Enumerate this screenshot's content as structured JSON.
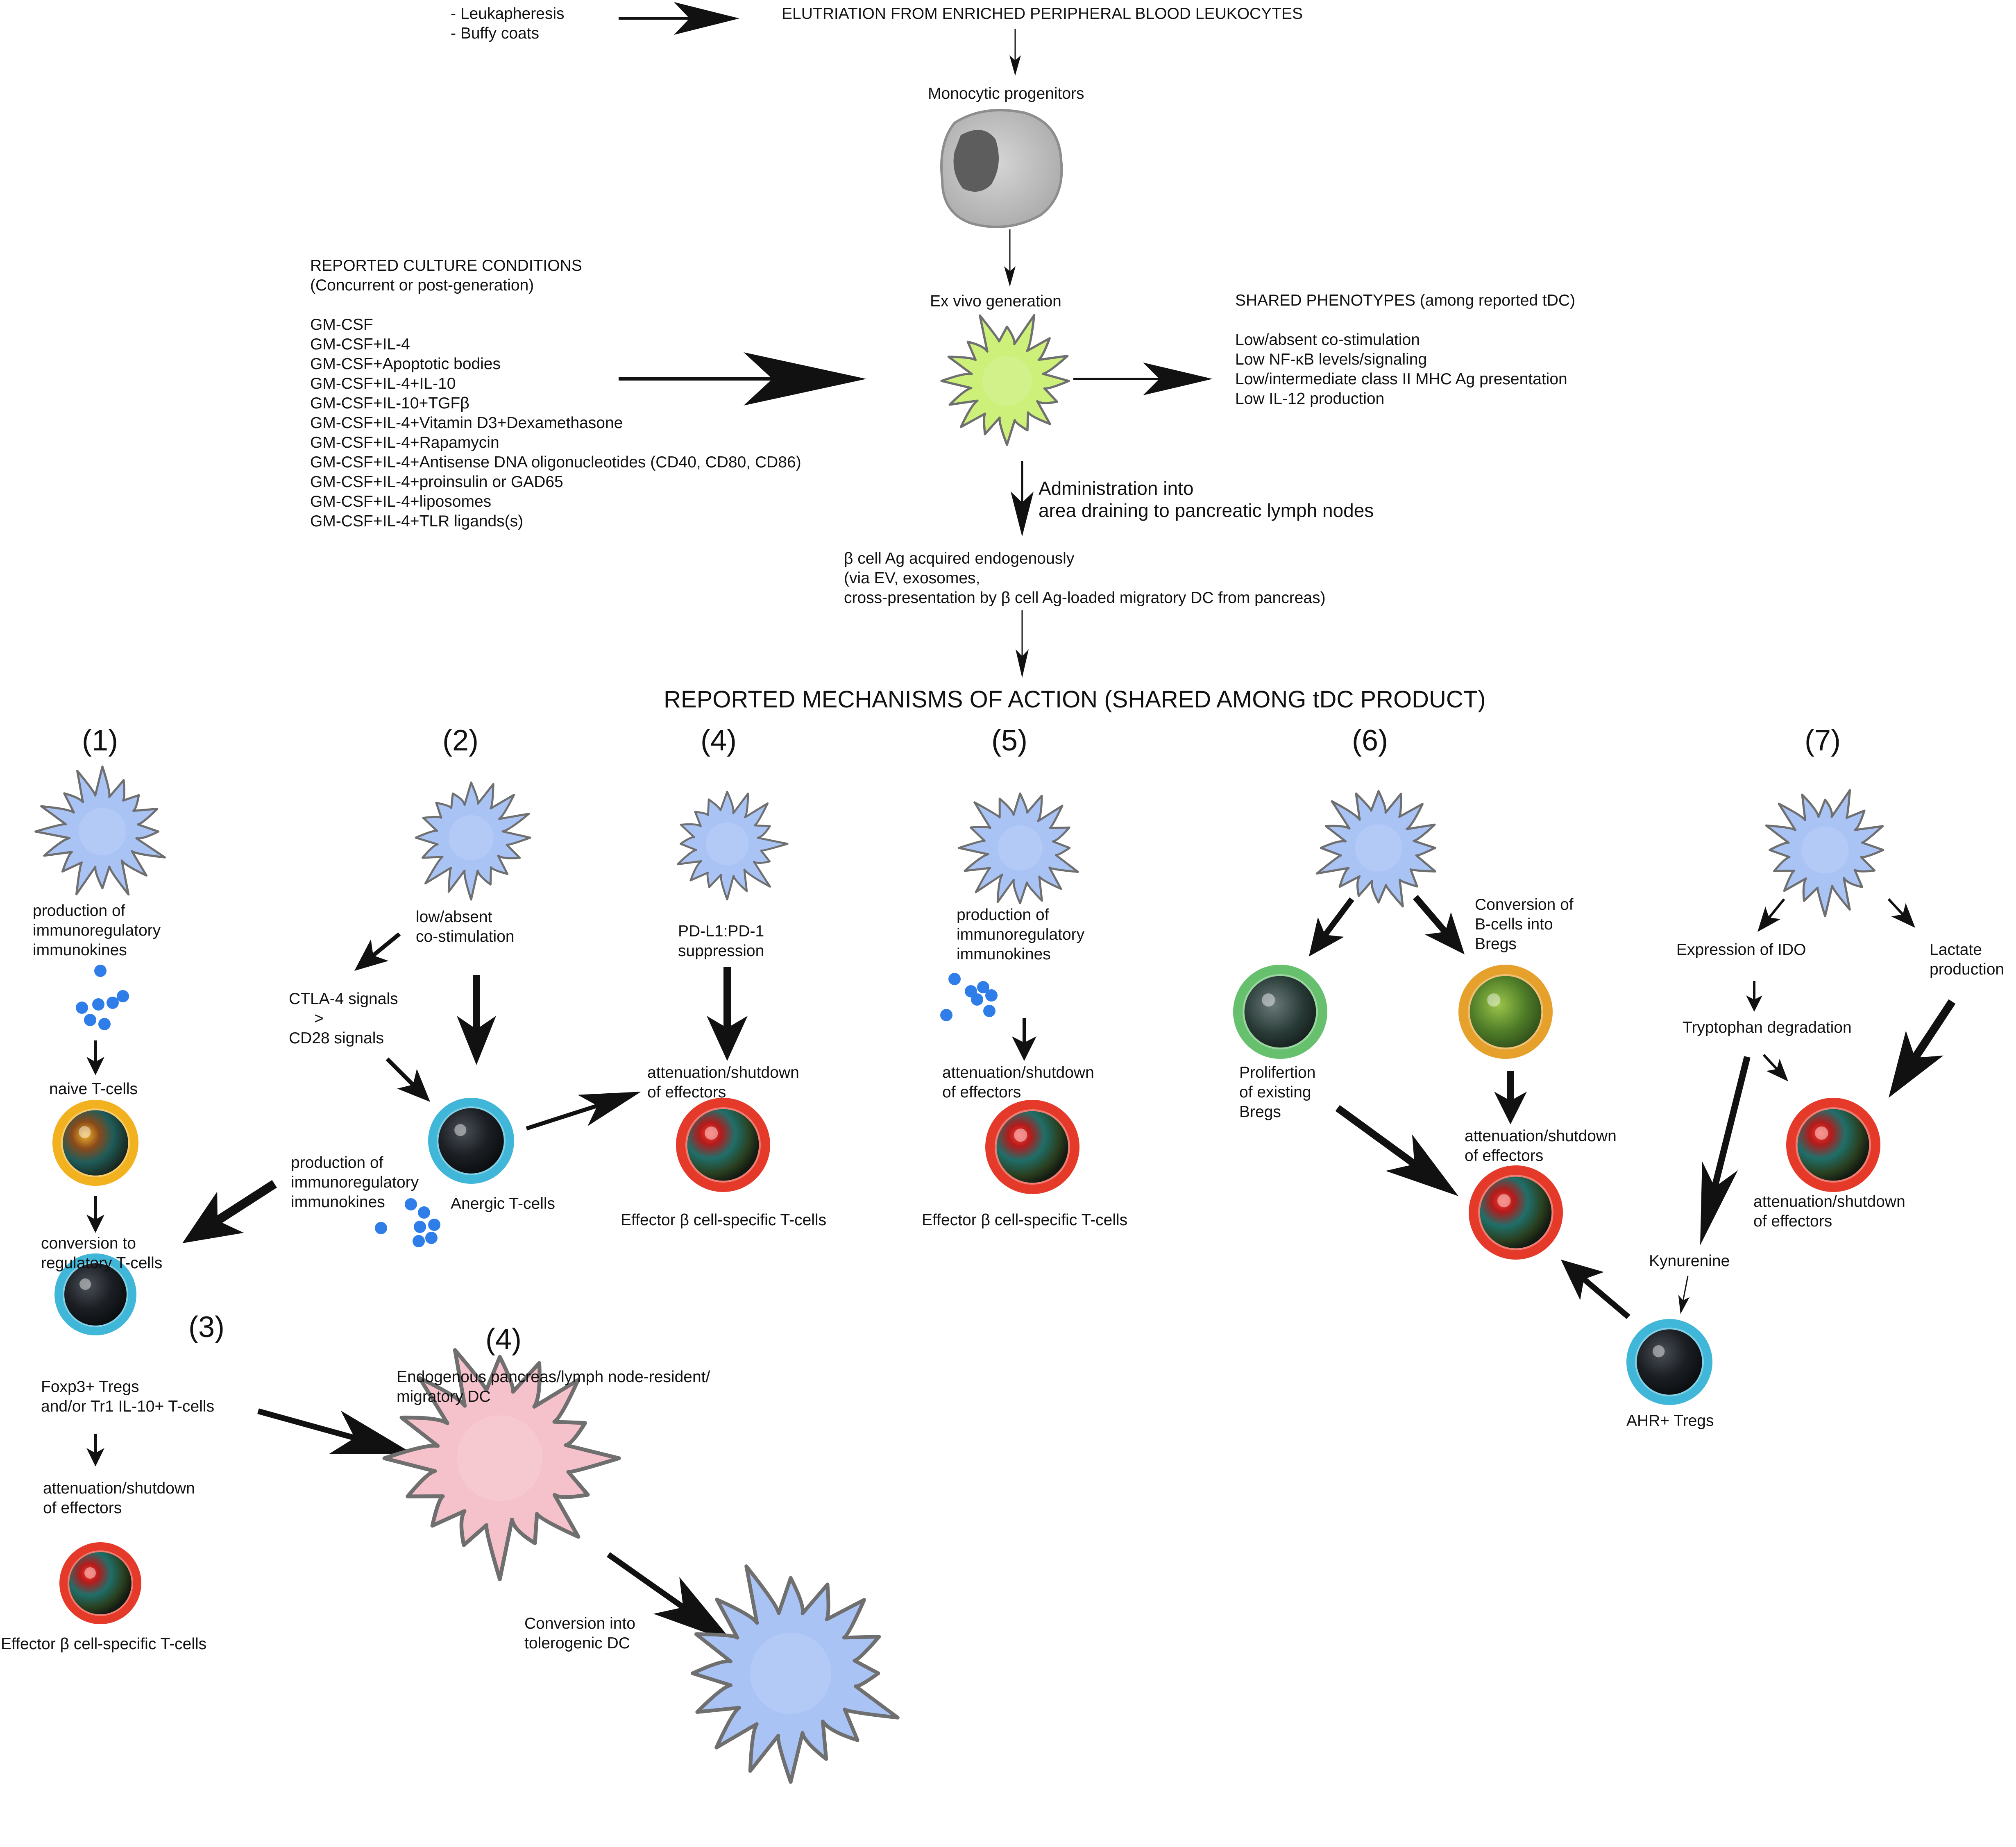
{
  "colors": {
    "ink": "#111111",
    "tolerogenic_dc": "#a9c3f5",
    "ex_vivo_dc": "#ccf07a",
    "endogenous_dc": "#f5c2cb",
    "monocyte": "#c2c2c2",
    "nucleus_dark": "#1b1f24",
    "effector_ring": "#e53a2a",
    "treg_ring": "#40b7d8",
    "naive_ring": "#f2b11e",
    "breg_ring": "#e6a02c",
    "breg_existing_ring": "#66c06e",
    "immunokine_dot": "#2f7de8"
  },
  "source": {
    "items": [
      "- Leukapheresis",
      "- Buffy coats"
    ],
    "target": "ELUTRIATION FROM ENRICHED PERIPHERAL BLOOD LEUKOCYTES"
  },
  "progenitors": {
    "label": "Monocytic progenitors"
  },
  "generation": {
    "label": "Ex vivo generation"
  },
  "culture": {
    "title": "REPORTED CULTURE CONDITIONS",
    "subtitle": "(Concurrent or post-generation)",
    "conditions": [
      "GM-CSF",
      "GM-CSF+IL-4",
      "GM-CSF+Apoptotic bodies",
      "GM-CSF+IL-4+IL-10",
      "GM-CSF+IL-10+TGFβ",
      "GM-CSF+IL-4+Vitamin D3+Dexamethasone",
      "GM-CSF+IL-4+Rapamycin",
      "GM-CSF+IL-4+Antisense DNA oligonucleotides (CD40, CD80, CD86)",
      "GM-CSF+IL-4+proinsulin or GAD65",
      "GM-CSF+IL-4+liposomes",
      "GM-CSF+IL-4+TLR ligands(s)"
    ]
  },
  "phenotypes": {
    "title": "SHARED PHENOTYPES (among reported tDC)",
    "items": [
      "Low/absent co-stimulation",
      "Low NF-κB levels/signaling",
      "Low/intermediate class II MHC Ag presentation",
      "Low IL-12 production"
    ]
  },
  "administration": {
    "lines": [
      "Administration into",
      "area draining to pancreatic lymph nodes"
    ]
  },
  "antigen": {
    "lines": [
      "β cell Ag acquired endogenously",
      "(via EV, exosomes,",
      "cross-presentation by β cell Ag-loaded migratory DC from pancreas)"
    ]
  },
  "mechanisms_title": "REPORTED MECHANISMS OF ACTION (SHARED AMONG tDC PRODUCT)",
  "mech1": {
    "number": "(1)",
    "production": [
      "production of",
      "immunoregulatory",
      "immunokines"
    ],
    "naive": "naive T-cells",
    "conversion": [
      "conversion to",
      "regulatory T-cells"
    ],
    "tregs": [
      "Foxp3+ Tregs",
      "and/or Tr1 IL-10+ T-cells"
    ],
    "attenuation": [
      "attenuation/shutdown",
      "of effectors"
    ],
    "effector": "Effector β cell-specific T-cells"
  },
  "mech2": {
    "number": "(2)",
    "costim": [
      "low/absent",
      "co-stimulation"
    ],
    "ctla4": [
      "CTLA-4 signals",
      ">",
      "CD28 signals"
    ],
    "anergic": "Anergic T-cells",
    "production": [
      "production of",
      "immunoregulatory",
      "immunokines"
    ]
  },
  "mech3": {
    "number": "(3)"
  },
  "mech4": {
    "number": "(4)",
    "pdl1": [
      "PD-L1:PD-1",
      "suppression"
    ],
    "attenuation": [
      "attenuation/shutdown",
      "of effectors"
    ],
    "effector": "Effector β cell-specific T-cells"
  },
  "mech4b": {
    "number": "(4)",
    "endogenous": [
      "Endogenous pancreas/lymph node-resident/",
      "migratory DC"
    ],
    "conversion": [
      "Conversion into",
      "tolerogenic DC"
    ]
  },
  "mech5": {
    "number": "(5)",
    "production": [
      "production of",
      "immunoregulatory",
      "immunokines"
    ],
    "attenuation": [
      "attenuation/shutdown",
      "of effectors"
    ],
    "effector": "Effector β cell-specific T-cells"
  },
  "mech6": {
    "number": "(6)",
    "conversion": [
      "Conversion of",
      "B-cells into",
      "Bregs"
    ],
    "proliferation": [
      "Prolifertion",
      "of existing",
      "Bregs"
    ],
    "attenuation": [
      "attenuation/shutdown",
      "of effectors"
    ]
  },
  "mech7": {
    "number": "(7)",
    "ido": "Expression of IDO",
    "lactate": [
      "Lactate",
      "production"
    ],
    "tryptophan": "Tryptophan degradation",
    "attenuation": [
      "attenuation/shutdown",
      "of effectors"
    ],
    "kynurenine": "Kynurenine",
    "ahr": "AHR+ Tregs"
  }
}
